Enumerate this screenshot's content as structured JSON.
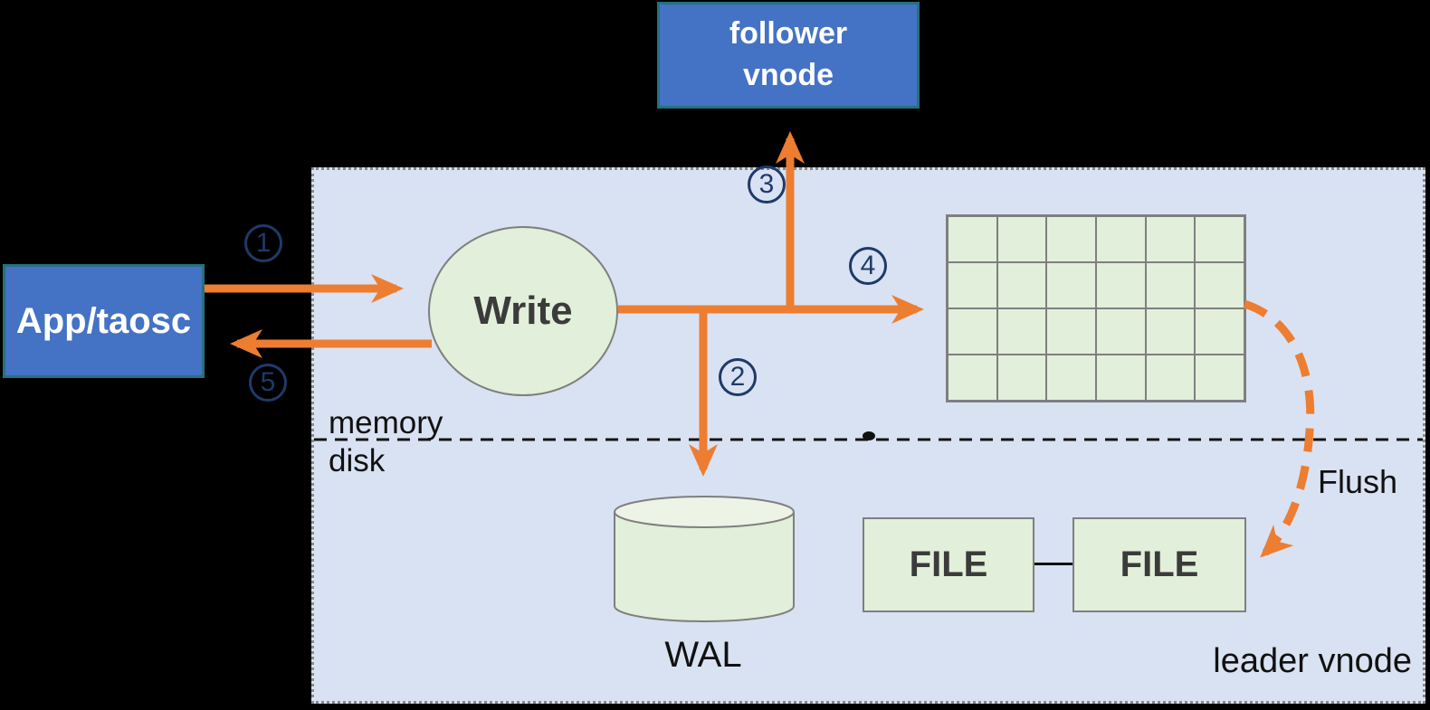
{
  "nodes": {
    "app": {
      "label": "App/taosc"
    },
    "follower": {
      "line1": "follower",
      "line2": "vnode"
    },
    "write": {
      "label": "Write"
    },
    "wal": {
      "label": "WAL"
    },
    "file1": {
      "label": "FILE"
    },
    "file2": {
      "label": "FILE"
    },
    "memtable": {
      "rows": 4,
      "cols": 6
    }
  },
  "region": {
    "label": "leader vnode",
    "memory_label": "memory",
    "disk_label": "disk",
    "flush_label": "Flush"
  },
  "steps": [
    {
      "n": "1"
    },
    {
      "n": "2"
    },
    {
      "n": "3"
    },
    {
      "n": "4"
    },
    {
      "n": "5"
    }
  ],
  "colors": {
    "background": "#000000",
    "region_fill": "#D9E2F3",
    "node_blue": "#4472C4",
    "node_blue_border": "#26707F",
    "green_fill": "#E2EFDA",
    "green_fill_light": "#EDF4E6",
    "gray_border": "#7F7F7F",
    "arrow_orange": "#ED7D31",
    "step_navy": "#1F3A68",
    "text_dark": "#3B3B3B",
    "text_black": "#111111"
  }
}
